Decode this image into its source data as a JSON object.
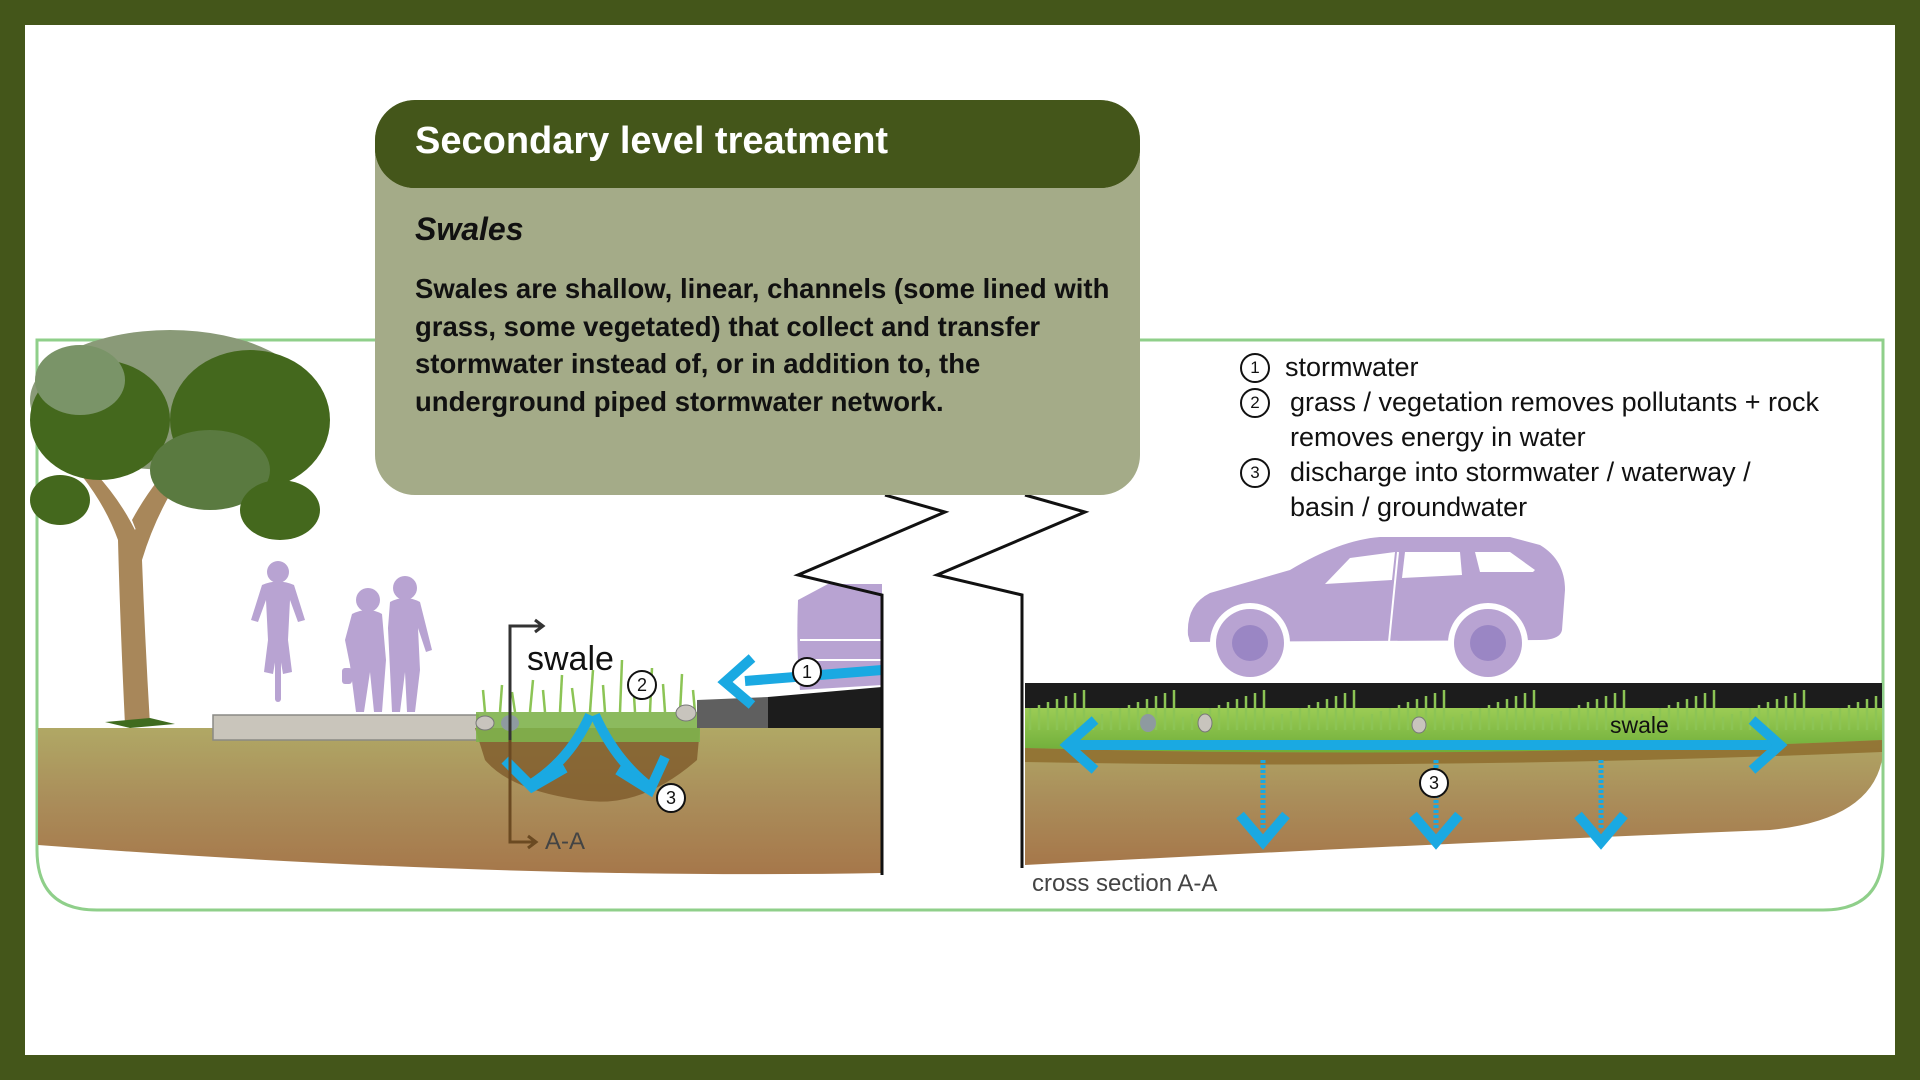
{
  "header": {
    "title": "Secondary level treatment"
  },
  "content": {
    "subtitle": "Swales",
    "description": "Swales are shallow, linear, channels  (some lined with grass, some vegetated) that collect and transfer stormwater instead of, or in addition to, the underground piped stormwater network."
  },
  "legend": {
    "items": [
      {
        "number": "1",
        "text": "stormwater"
      },
      {
        "number": "2",
        "text": "grass / vegetation removes pollutants + rock removes energy in water"
      },
      {
        "number": "3",
        "text": "discharge into stormwater / waterway / basin / groundwater"
      }
    ]
  },
  "diagram": {
    "section_label": "swale",
    "section_marker": "A-A",
    "cross_section_label": "cross section  A-A",
    "cross_section_swale_label": "swale",
    "markers": {
      "stormwater": "1",
      "vegetation": "2",
      "discharge": "3"
    },
    "icons": [
      "tree-icon",
      "cyclist-icon",
      "pedestrians-icon",
      "car-icon",
      "water-flow-arrow-icon",
      "section-break-icon"
    ]
  },
  "colors": {
    "frame": "#44561a",
    "title_band": "#44561a",
    "panel": "#a4ab88",
    "water": "#1aa9e2",
    "vehicle_people": "#b8a3d2",
    "road": "#1c1c1c",
    "border_green": "#8fcf8a"
  }
}
